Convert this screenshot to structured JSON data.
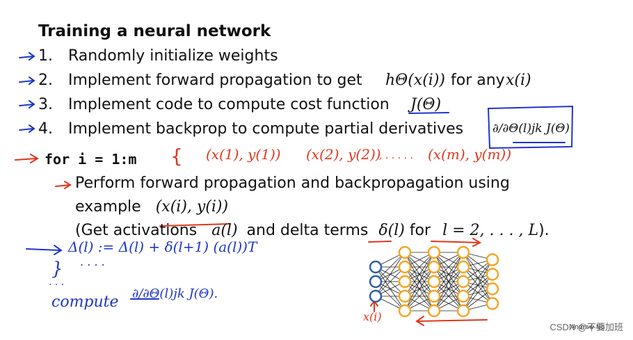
{
  "title": "Training a neural network",
  "steps": [
    {
      "num": "1.",
      "text": "Randomly initialize weights",
      "math": "",
      "tail": "",
      "math2": ""
    },
    {
      "num": "2.",
      "text": "Implement forward propagation to get",
      "math": "hΘ(x(i))",
      "tail": "for any",
      "math2": "x(i)"
    },
    {
      "num": "3.",
      "text": "Implement code to compute cost function",
      "math": "J(Θ)",
      "tail": "",
      "math2": ""
    },
    {
      "num": "4.",
      "text": "Implement backprop to compute partial derivatives",
      "math": "∂/∂Θ(l)jk J(Θ)",
      "tail": "",
      "math2": ""
    }
  ],
  "loop": {
    "code": "for i = 1:m",
    "brace": "{",
    "handwritten_examples": [
      "(x(1), y(1))",
      "(x(2), y(2))",
      ", . . . . .",
      "(x(m), y(m))"
    ]
  },
  "loop_body": {
    "line1": "Perform forward propagation and backpropagation using",
    "line2_text": "example",
    "line2_math": "(x(i), y(i))",
    "line3_a": "(Get activations",
    "line3_math1": "a(l)",
    "line3_b": "and delta terms",
    "line3_math2": "δ(l)",
    "line3_c": "for",
    "line3_math3": "l = 2, . . . , L",
    "line3_d": ")."
  },
  "handwritten": {
    "update": "Δ(l) := Δ(l) + δ(l+1) (a(l))T",
    "dots": ". . . .",
    "close_brace": "}",
    "more_dots": ". . .",
    "compute_word": "compute",
    "compute_expr": "∂/∂Θ(l)jk J(Θ).",
    "input_label": "x(i)"
  },
  "network": {
    "layers": [
      3,
      5,
      5,
      5,
      4
    ],
    "colors": [
      "#2f5fa0",
      "#f5a623",
      "#f5a623",
      "#f5a623",
      "#f5a623"
    ],
    "credit": "Andrew Ng"
  },
  "watermark": "CSDN @不要加班"
}
